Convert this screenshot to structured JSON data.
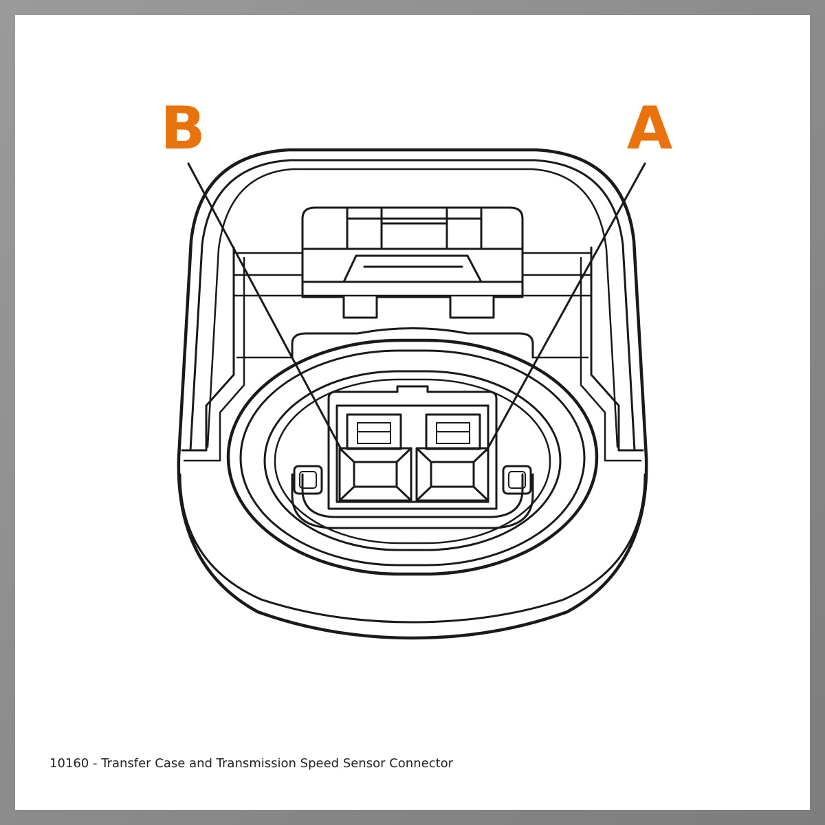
{
  "diagram": {
    "pins": [
      {
        "label": "B"
      },
      {
        "label": "A"
      }
    ],
    "caption": "10160 - Transfer Case and Transmission Speed Sensor Connector"
  },
  "colors": {
    "label": "#e8730c",
    "line": "#1a1a1a",
    "background": "#ffffff",
    "frame": "#8a8a8a"
  }
}
